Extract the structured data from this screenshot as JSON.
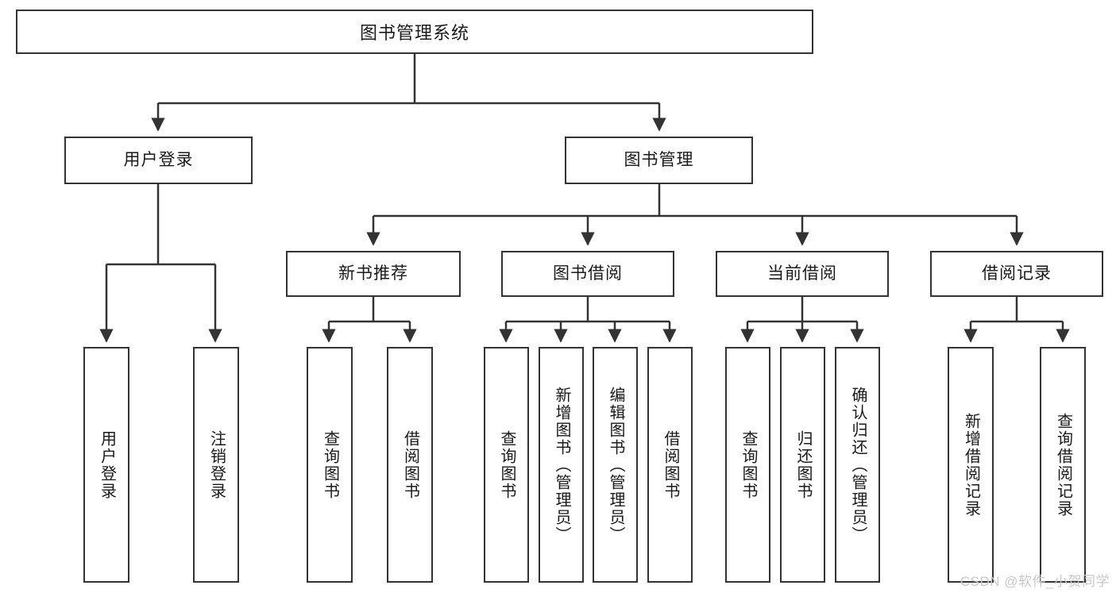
{
  "diagram": {
    "type": "tree-hierarchy",
    "title": "图书管理系统",
    "watermark": "CSDN @软件_小贺同学",
    "colors": {
      "border": "#333333",
      "fill": "#ffffff",
      "line": "#333333",
      "text": "#1a1a1a",
      "watermark": "#c9c9c9"
    },
    "levels": {
      "root": {
        "label": "图书管理系统"
      },
      "level2": [
        {
          "id": "user-login",
          "label": "用户登录"
        },
        {
          "id": "book-manage",
          "label": "图书管理"
        }
      ],
      "level3": [
        {
          "id": "new-book-rec",
          "label": "新书推荐"
        },
        {
          "id": "book-borrow",
          "label": "图书借阅"
        },
        {
          "id": "current-borrow",
          "label": "当前借阅"
        },
        {
          "id": "borrow-record",
          "label": "借阅记录"
        }
      ],
      "leaves": [
        {
          "id": "leaf-user-login",
          "label": "用户登录",
          "parent": "user-login"
        },
        {
          "id": "leaf-logout",
          "label": "注销登录",
          "parent": "user-login"
        },
        {
          "id": "leaf-query-book-1",
          "label": "查询图书",
          "parent": "new-book-rec"
        },
        {
          "id": "leaf-borrow-book-1",
          "label": "借阅图书",
          "parent": "new-book-rec"
        },
        {
          "id": "leaf-query-book-2",
          "label": "查询图书",
          "parent": "book-borrow"
        },
        {
          "id": "leaf-add-book",
          "label": "新增图书（管理员）",
          "parent": "book-borrow"
        },
        {
          "id": "leaf-edit-book",
          "label": "编辑图书（管理员）",
          "parent": "book-borrow"
        },
        {
          "id": "leaf-borrow-book-2",
          "label": "借阅图书",
          "parent": "book-borrow"
        },
        {
          "id": "leaf-query-book-3",
          "label": "查询图书",
          "parent": "current-borrow"
        },
        {
          "id": "leaf-return-book",
          "label": "归还图书",
          "parent": "current-borrow"
        },
        {
          "id": "leaf-confirm-return",
          "label": "确认归还（管理员）",
          "parent": "current-borrow"
        },
        {
          "id": "leaf-add-record",
          "label": "新增借阅记录",
          "parent": "borrow-record"
        },
        {
          "id": "leaf-query-record",
          "label": "查询借阅记录",
          "parent": "borrow-record"
        }
      ]
    }
  }
}
